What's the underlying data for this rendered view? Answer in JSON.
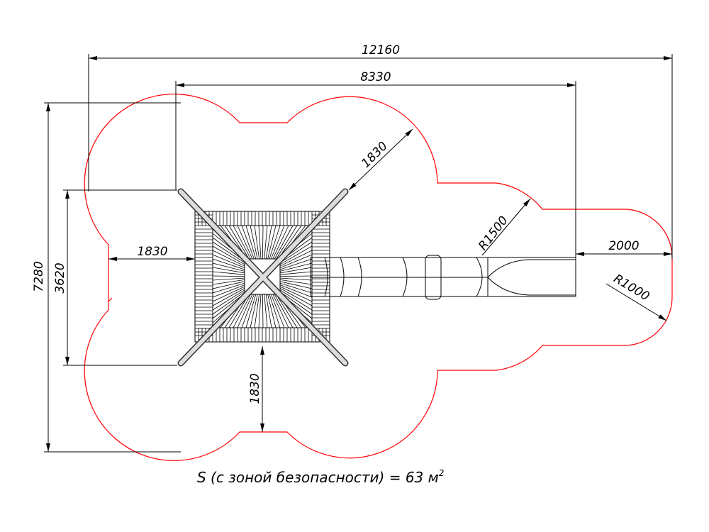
{
  "dimensions": {
    "overall_length": "12160",
    "equipment_length": "8330",
    "overall_width": "7280",
    "equipment_width": "3620",
    "safety_left": "1830",
    "safety_bottom": "1830",
    "safety_diagonal": "1830",
    "radius_slide": "R1500",
    "slide_exit": "2000",
    "radius_exit": "R1000"
  },
  "caption": {
    "text": "S (с зоной безопасности) = 63 м",
    "superscript": "2"
  },
  "colors": {
    "safety_zone": "#ff0000",
    "lines": "#000000"
  }
}
